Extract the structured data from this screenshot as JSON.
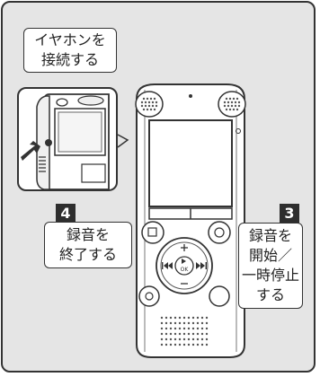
{
  "callouts": {
    "top": {
      "lines": [
        "イヤホンを",
        "接続する"
      ]
    },
    "left": {
      "lines": [
        "録音を",
        "終了する"
      ]
    },
    "right": {
      "lines": [
        "録音を",
        "開始／",
        "一時停止",
        "する"
      ]
    }
  },
  "steps": {
    "left": "4",
    "right": "3"
  },
  "device": {
    "ok_label": "OK"
  },
  "colors": {
    "frame_bg": "#e5e5e5",
    "device_body": "#ffffff",
    "outline": "#333333",
    "badge": "#2e2e2e"
  },
  "icons": [
    "rec-stop-icon",
    "rec-icon",
    "plus-icon",
    "minus-icon",
    "rewind-icon",
    "fast-forward-icon",
    "play-icon"
  ]
}
